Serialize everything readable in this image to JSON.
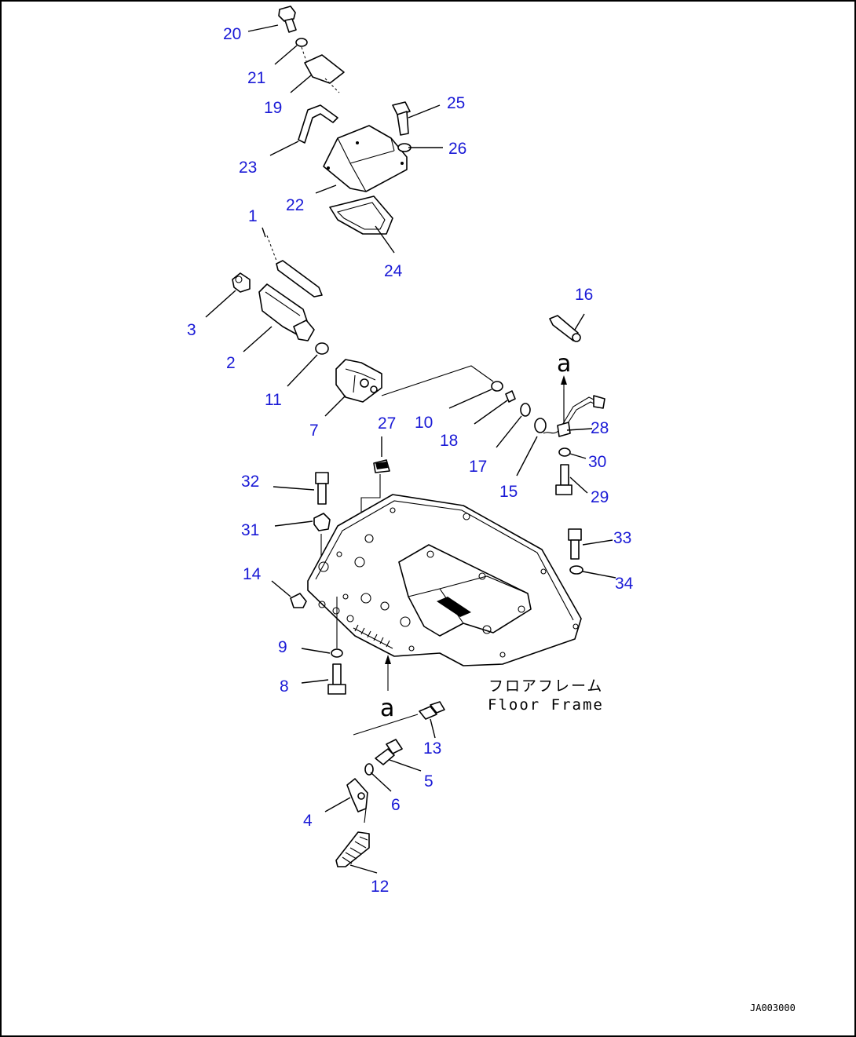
{
  "diagram": {
    "callouts": [
      "1",
      "2",
      "3",
      "4",
      "5",
      "6",
      "7",
      "8",
      "9",
      "10",
      "11",
      "12",
      "13",
      "14",
      "15",
      "16",
      "17",
      "18",
      "19",
      "20",
      "21",
      "22",
      "23",
      "24",
      "25",
      "26",
      "27",
      "28",
      "29",
      "30",
      "31",
      "32",
      "33",
      "34"
    ],
    "reference_marks": [
      "a",
      "a"
    ],
    "floor_frame_label_jp": "フロアフレーム",
    "floor_frame_label_en": "Floor Frame",
    "drawing_code": "JA003000"
  },
  "colors": {
    "callout": "#1a1ad6",
    "line": "#000000",
    "background": "#ffffff"
  }
}
